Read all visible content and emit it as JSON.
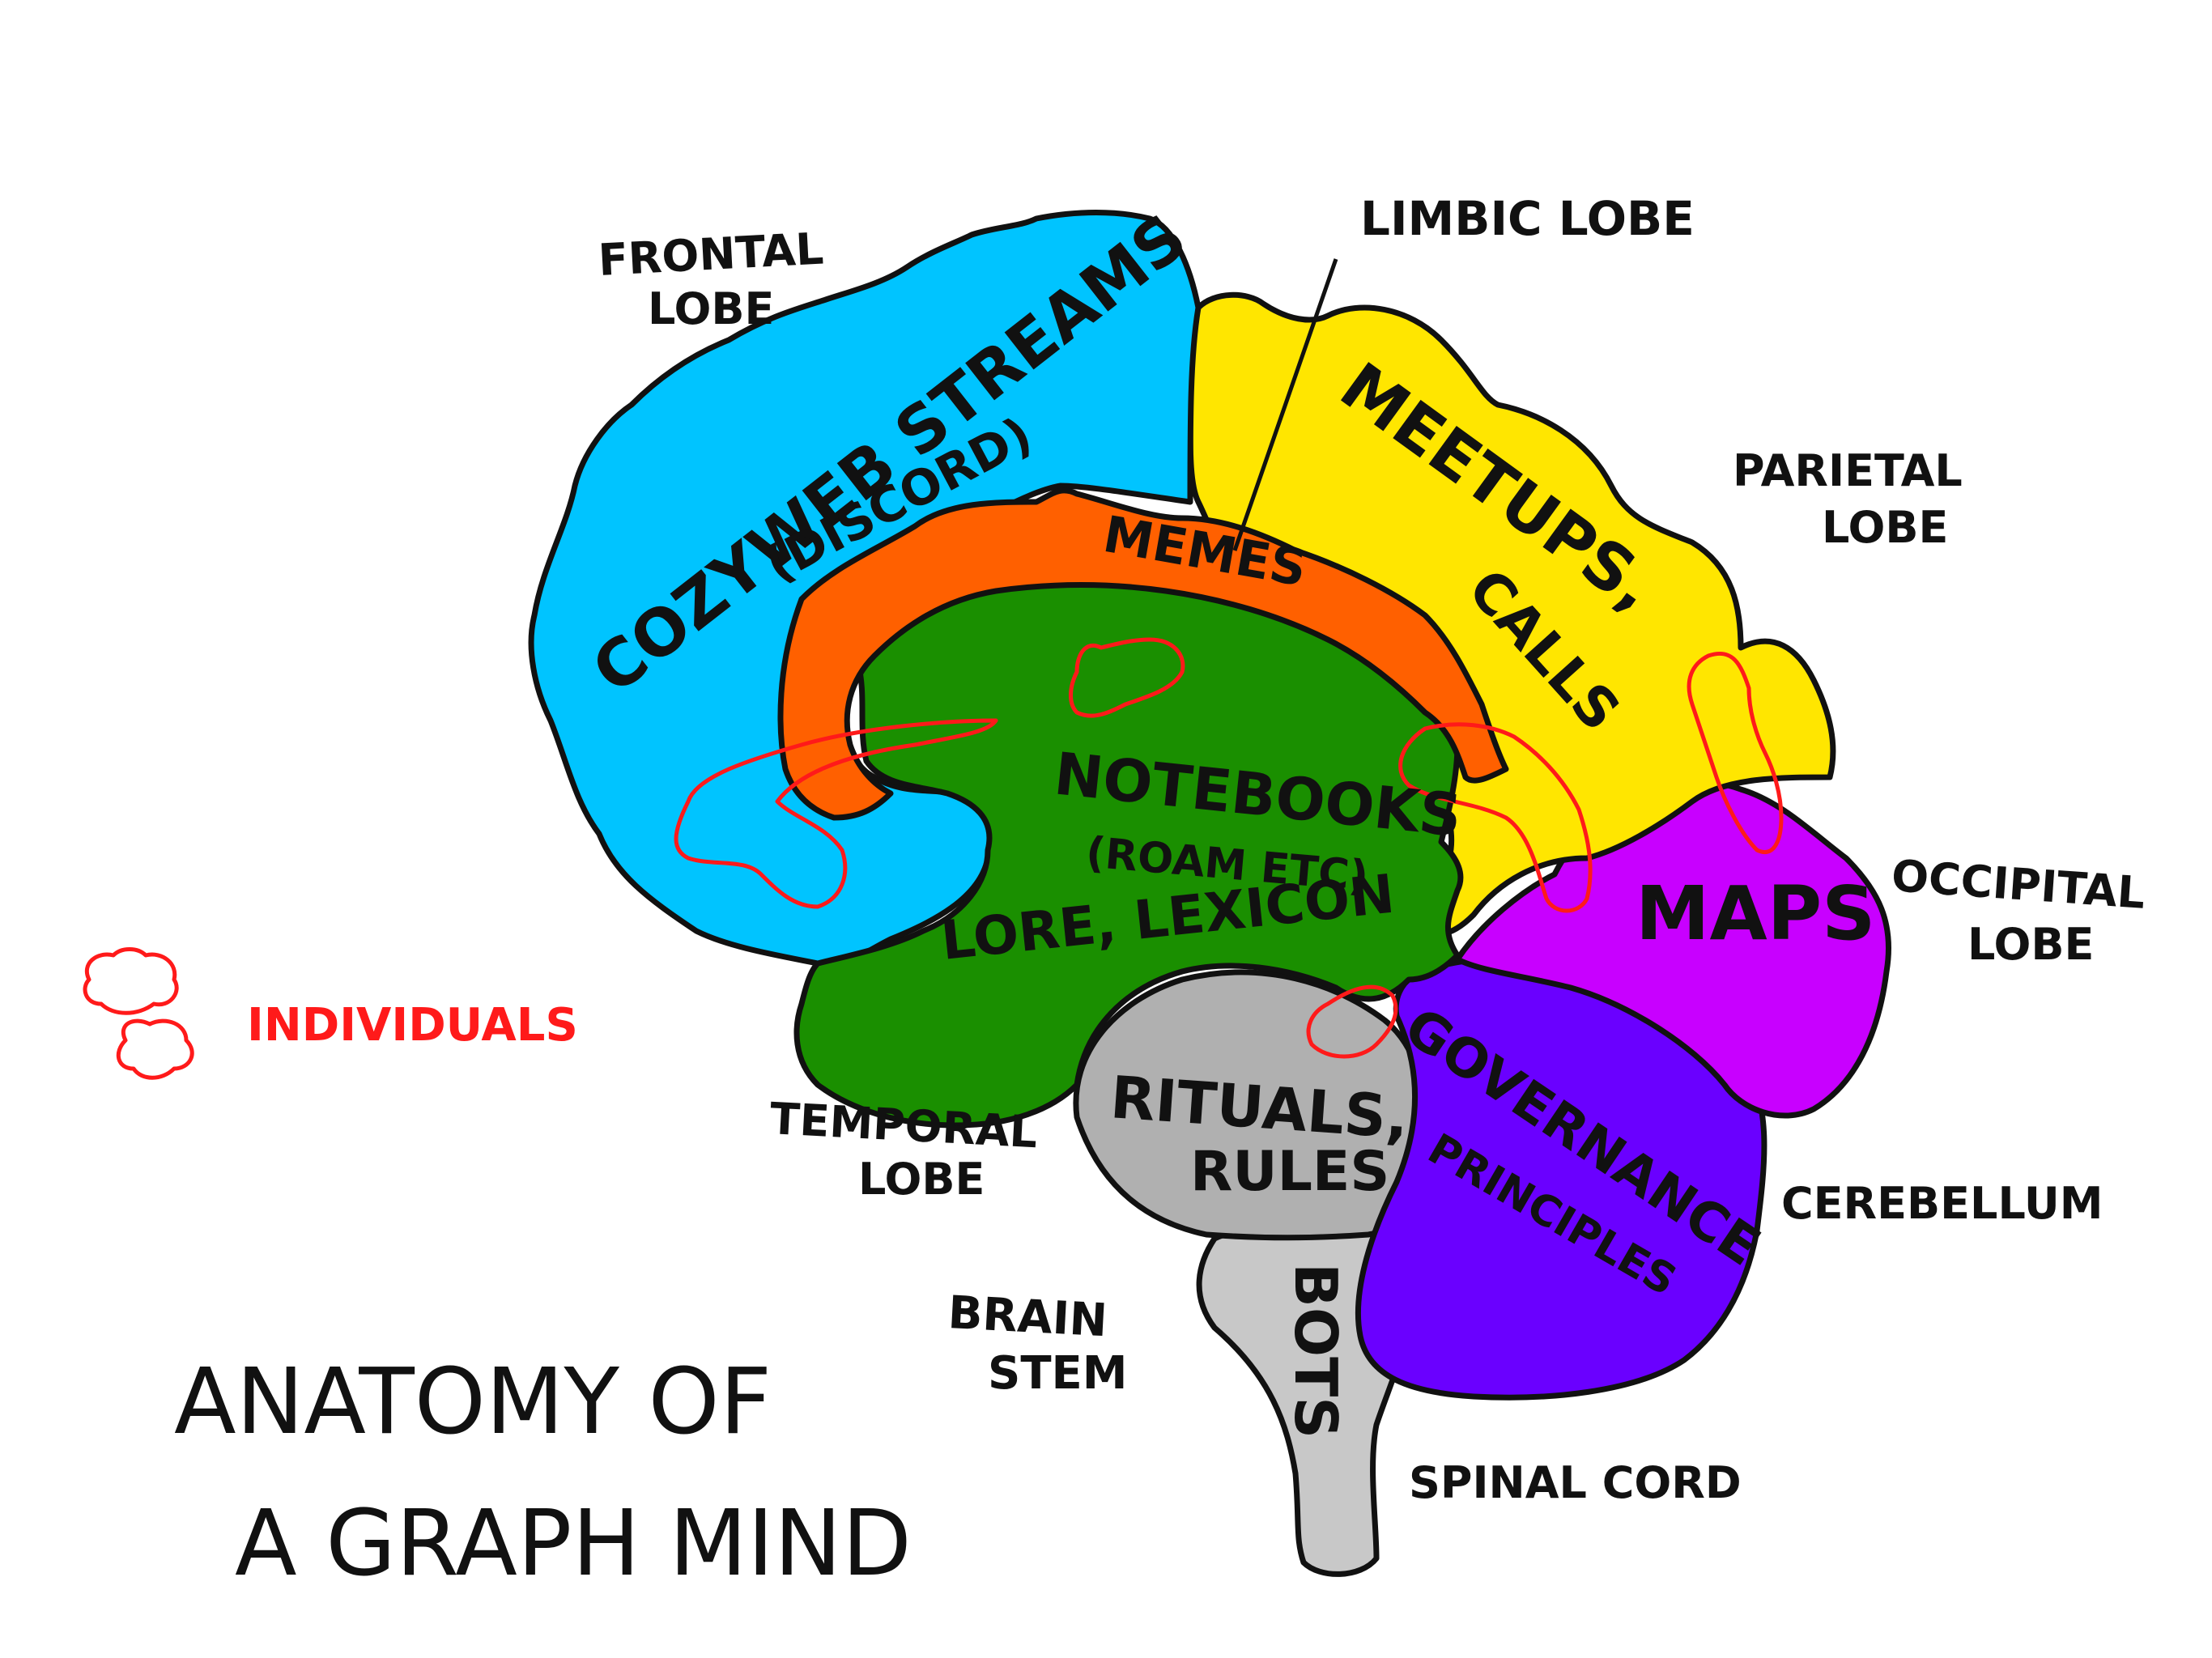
{
  "title": {
    "line1": "ANATOMY OF",
    "line2": "A GRAPH MIND"
  },
  "regions": {
    "frontal": {
      "label": "COZYWEB STREAMS",
      "sublabel": "(DISCORD)",
      "color": "#00c4ff"
    },
    "parietal": {
      "label": "MEETUPS,",
      "sublabel": "CALLS",
      "color": "#ffe600"
    },
    "limbic": {
      "label": "MEMES",
      "color": "#ff6000"
    },
    "temporal": {
      "label": "NOTEBOOKS",
      "sublabel": "(ROAM ETC)",
      "sublabel2": "LORE, LEXICON",
      "color": "#1a8f00"
    },
    "occipital": {
      "label": "MAPS",
      "color": "#c800ff"
    },
    "cerebellum": {
      "label": "GOVERNANCE",
      "sublabel": "PRINCIPLES",
      "color": "#6a00ff"
    },
    "brainstem_upper": {
      "label": "RITUALS,",
      "sublabel": "RULES",
      "color": "#b0b0b0"
    },
    "brainstem_lower": {
      "label": "BOTS",
      "color": "#c8c8c8"
    }
  },
  "anatomy_labels": {
    "frontal_lobe": {
      "line1": "FRONTAL",
      "line2": "LOBE"
    },
    "limbic_lobe": "LIMBIC LOBE",
    "parietal_lobe": {
      "line1": "PARIETAL",
      "line2": "LOBE"
    },
    "occipital_lobe": {
      "line1": "OCCIPITAL",
      "line2": "LOBE"
    },
    "temporal_lobe": {
      "line1": "TEMPORAL",
      "line2": "LOBE"
    },
    "cerebellum": "CEREBELLUM",
    "brain_stem": {
      "line1": "BRAIN",
      "line2": "STEM"
    },
    "spinal_cord": "SPINAL CORD"
  },
  "legend": {
    "label": "INDIVIDUALS",
    "color": "#ff1a1a"
  }
}
